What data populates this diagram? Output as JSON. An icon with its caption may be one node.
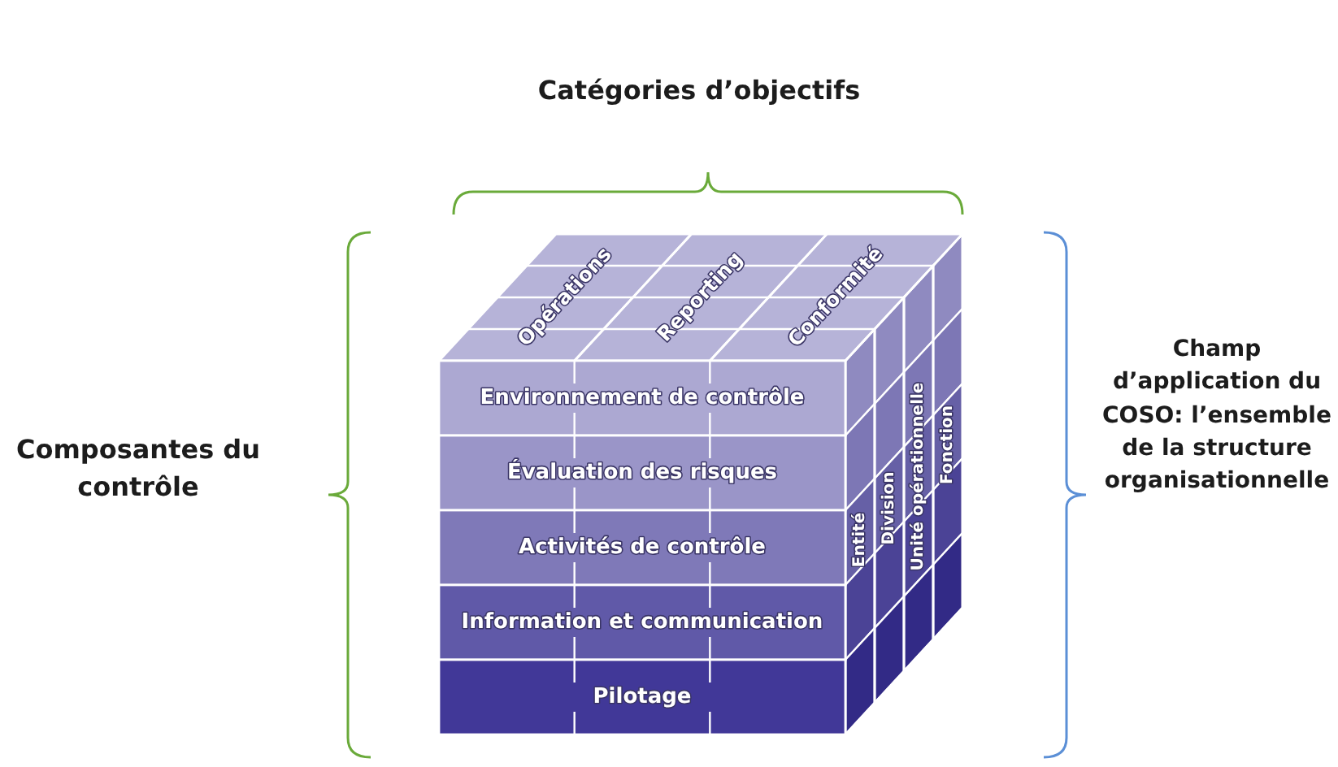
{
  "diagram": {
    "nodes": [
      {
        "text": [
          "Environnement de contrôle"
        ]
      },
      {
        "text": [
          "Évaluation des risques"
        ]
      },
      {
        "text": [
          "Activités de contrôle"
        ]
      },
      {
        "text": [
          "Information et communication"
        ]
      },
      {
        "text": [
          "Pilotage"
        ]
      },
      {
        "text": [
          "Opérations"
        ]
      },
      {
        "text": [
          "Reporting"
        ]
      },
      {
        "text": [
          "Conformité"
        ]
      },
      {
        "text": [
          "Entité"
        ]
      },
      {
        "text": [
          "Division"
        ]
      },
      {
        "text": [
          "Unité opérationnelle"
        ]
      },
      {
        "text": [
          "Fonction"
        ]
      }
    ],
    "labels": [
      "Catégories d’objectifs",
      "Composantes du contrôle",
      "Champ d’application du COSO: l’ensemble de la structure organisationnelle"
    ]
  }
}
